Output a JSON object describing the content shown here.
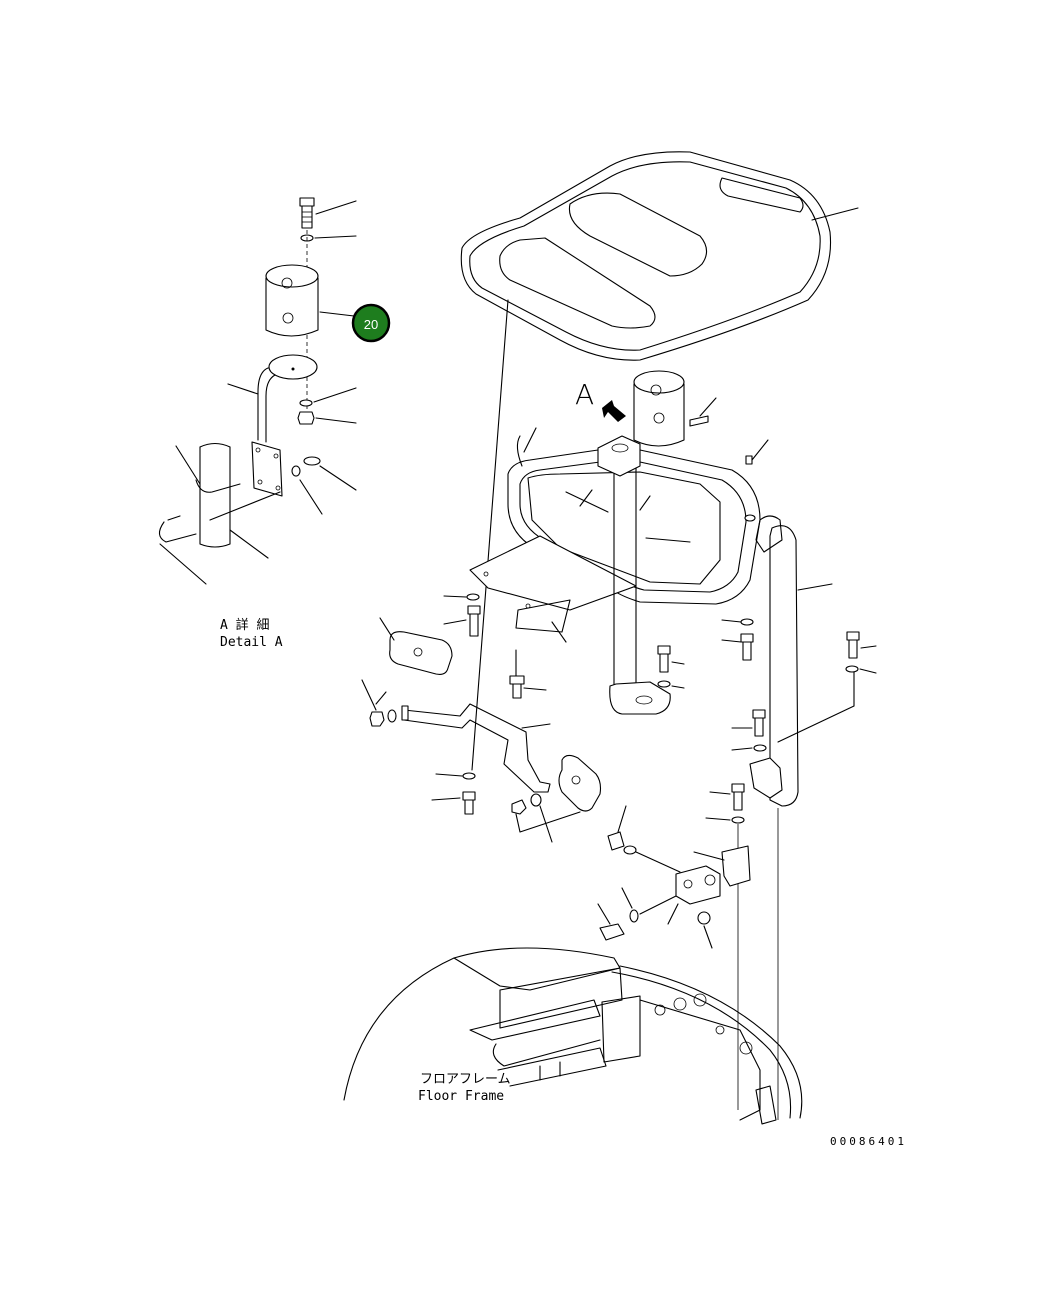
{
  "diagram": {
    "view_label": "A",
    "detail_label_jp": "A 詳 細",
    "detail_label_en": "Detail A",
    "floor_frame_jp": "フロアフレーム",
    "floor_frame_en": "Floor Frame",
    "drawing_number": "00086401"
  },
  "callout": {
    "number": "20",
    "color": "#1e7d1e",
    "border_color": "#000000"
  }
}
